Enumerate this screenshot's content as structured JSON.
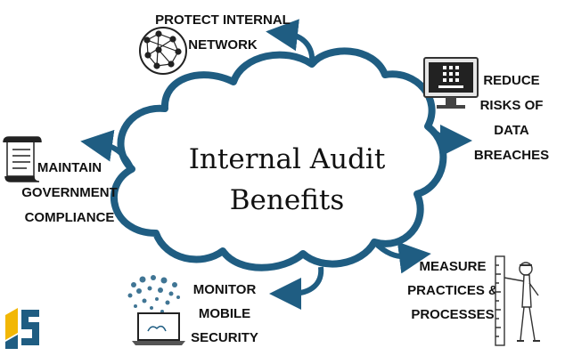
{
  "diagram": {
    "title_line1": "Internal Audit",
    "title_line2": "Benefits",
    "colors": {
      "cloud_outline": "#1f5d82",
      "arrow": "#1f5d82",
      "text": "#111111",
      "icon": "#222222",
      "logo_yellow": "#f2b705",
      "logo_blue": "#1f5d82"
    },
    "benefits": {
      "protect": {
        "line1": "PROTECT INTERNAL",
        "line2": "NETWORK",
        "icon": "network-graph-icon"
      },
      "reduce": {
        "line1": "REDUCE",
        "line2": "RISKS OF",
        "line3": "DATA",
        "line4": "BREACHES",
        "icon": "monitor-icon"
      },
      "maintain": {
        "line1": "MAINTAIN",
        "line2": "GOVERNMENT",
        "line3": "COMPLIANCE",
        "icon": "scroll-icon"
      },
      "monitor": {
        "line1": "MONITOR",
        "line2": "MOBILE",
        "line3": "SECURITY",
        "icon": "laptop-cloud-icon"
      },
      "measure": {
        "line1": "MEASURE",
        "line2": "PRACTICES &",
        "line3": "PROCESSES",
        "icon": "person-measuring-icon"
      }
    }
  }
}
